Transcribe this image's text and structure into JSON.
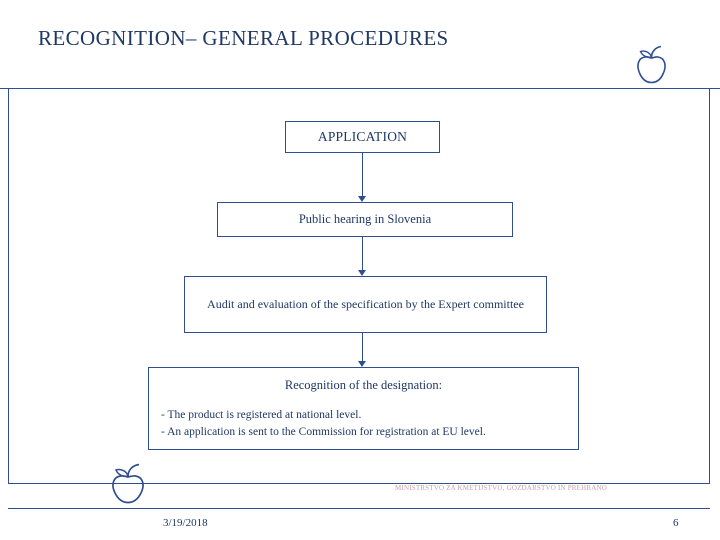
{
  "slide": {
    "title": "RECOGNITION– GENERAL PROCEDURES",
    "accent_color": "#2E4E8F",
    "text_color": "#1F3864"
  },
  "diagram": {
    "type": "flowchart",
    "orientation": "top-to-bottom",
    "nodes": [
      {
        "id": "application",
        "label": "APPLICATION"
      },
      {
        "id": "public-hearing",
        "label": "Public hearing in Slovenia"
      },
      {
        "id": "audit-evaluation",
        "label": "Audit and evaluation of the specification by the Expert committee"
      },
      {
        "id": "recognition",
        "title": "Recognition of the designation:",
        "bullets": [
          "- The product is registered at national level.",
          "- An application is sent to the Commission for registration at EU level."
        ]
      }
    ],
    "edges": [
      {
        "from": "application",
        "to": "public-hearing"
      },
      {
        "from": "public-hearing",
        "to": "audit-evaluation"
      },
      {
        "from": "audit-evaluation",
        "to": "recognition"
      }
    ]
  },
  "footer": {
    "watermark": "MINISTRSTVO ZA KMETIJSTVO, GOZDARSTVO IN PREHRANO",
    "date": "3/19/2018",
    "page_number": "6"
  },
  "decorations": {
    "apple_icon_name": "apple-icon"
  }
}
